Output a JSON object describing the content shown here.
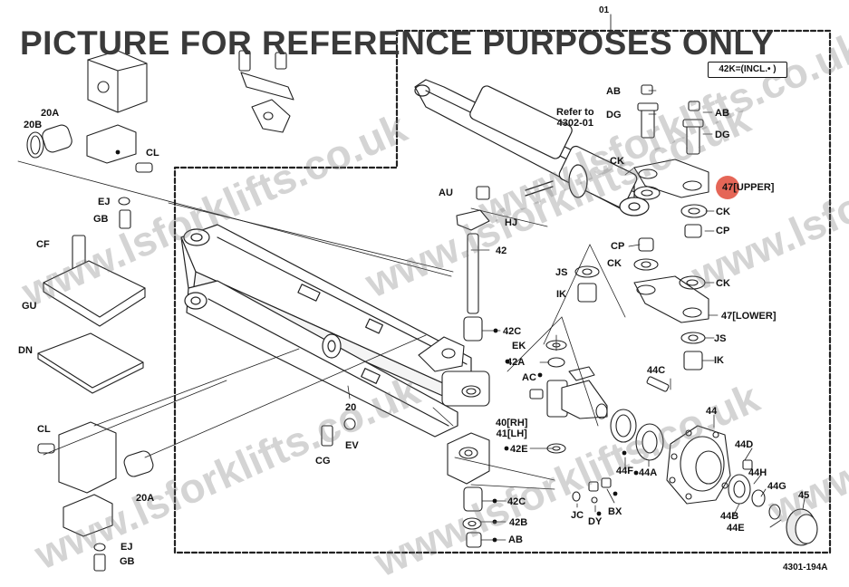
{
  "banner": "PICTURE FOR REFERENCE PURPOSES ONLY",
  "sheet_ref": "01",
  "incl_note": "42K=(INCL.• )",
  "drawing_number": "4301-194A",
  "watermark": "www.lsforklifts.co.uk",
  "highlight_color": "#e04b3a",
  "callouts": {
    "AB_top": "AB",
    "AB_right": "AB",
    "AB_bottom": "AB",
    "DG_left": "DG",
    "DG_right": "DG",
    "refer": "Refer to\n4302-01",
    "CK_top": "CK",
    "CK_mid": "CK",
    "CK_left": "CK",
    "CK_lower": "CK",
    "upper47": "47[UPPER]",
    "lower47": "47[LOWER]",
    "CP_left": "CP",
    "CP_right": "CP",
    "AU": "AU",
    "HJ": "HJ",
    "p42": "42",
    "JS_left": "JS",
    "JS_right": "JS",
    "IK_left": "IK",
    "IK_right": "IK",
    "p42C_top": "42C",
    "EK": "EK",
    "p42A": "42A",
    "AC": "AC",
    "p40_41": "40[RH]\n41[LH]",
    "p42E": "42E",
    "p42C_bottom": "42C",
    "p42B": "42B",
    "p20B": "20B",
    "p20A_top": "20A",
    "CL_top": "CL",
    "EJ_top": "EJ",
    "GB_top": "GB",
    "CF": "CF",
    "GU": "GU",
    "DN": "DN",
    "CL_bottom": "CL",
    "p20A_bottom": "20A",
    "EJ_bottom": "EJ",
    "GB_bottom": "GB",
    "p20": "20",
    "EV": "EV",
    "CG": "CG",
    "p44C": "44C",
    "p44": "44",
    "p44D": "44D",
    "p44H": "44H",
    "p44G": "44G",
    "p44A": "44A",
    "p44F": "44F",
    "p44B": "44B",
    "p44E": "44E",
    "p45": "45",
    "JC": "JC",
    "DY": "DY",
    "BX": "BX"
  }
}
